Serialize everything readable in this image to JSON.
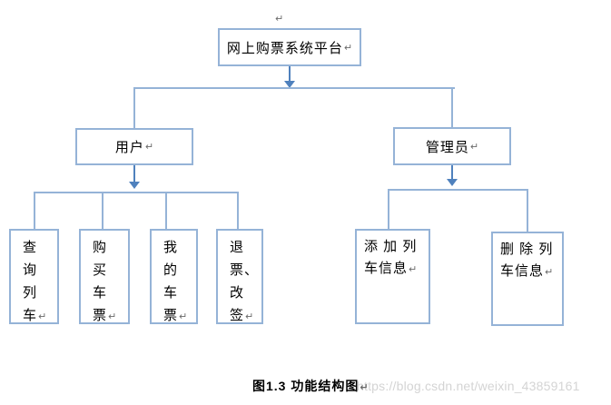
{
  "colors": {
    "line": "#95b3d7",
    "arrow": "#4f81bd",
    "text": "#000000",
    "return_mark": "#6a6a6a",
    "watermark": "#d4d4d4"
  },
  "marks": {
    "return": "↵"
  },
  "nodes": {
    "root": {
      "label": "网上购票系统平台"
    },
    "user": {
      "label": "用户"
    },
    "admin": {
      "label": "管理员"
    },
    "query_train": {
      "lines": [
        "查",
        "询",
        "列",
        "车"
      ]
    },
    "buy_ticket": {
      "lines": [
        "购",
        "买",
        "车",
        "票"
      ]
    },
    "my_ticket": {
      "lines": [
        "我",
        "的",
        "车",
        "票"
      ]
    },
    "refund_change": {
      "lines": [
        "退",
        "票、",
        "改",
        "签"
      ]
    },
    "add_train_info": {
      "lines": [
        "添 加 列",
        "车信息"
      ]
    },
    "delete_train_info": {
      "lines": [
        "删 除 列",
        "车信息"
      ]
    }
  },
  "caption": {
    "label": "图1.3  功能结构图"
  },
  "watermark": {
    "text": "https://blog.csdn.net/weixin_43859161"
  }
}
